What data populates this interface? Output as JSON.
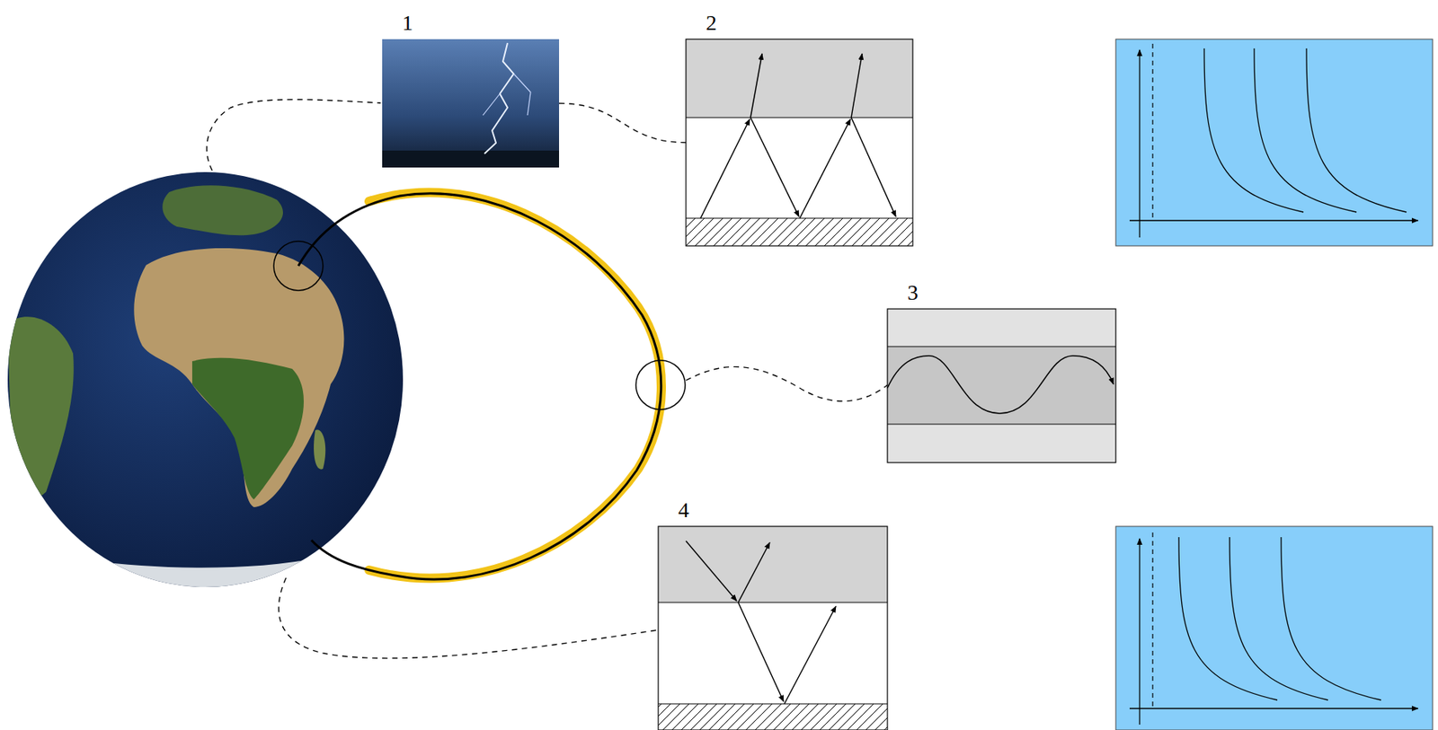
{
  "diagram": {
    "nodes": [
      {
        "text": [
          "1"
        ]
      },
      {
        "text": [
          "2"
        ]
      },
      {
        "text": [
          "3"
        ]
      },
      {
        "text": [
          "4"
        ]
      }
    ],
    "edges": [
      {
        "from": 0,
        "to": 1,
        "arrow": "none"
      }
    ]
  }
}
